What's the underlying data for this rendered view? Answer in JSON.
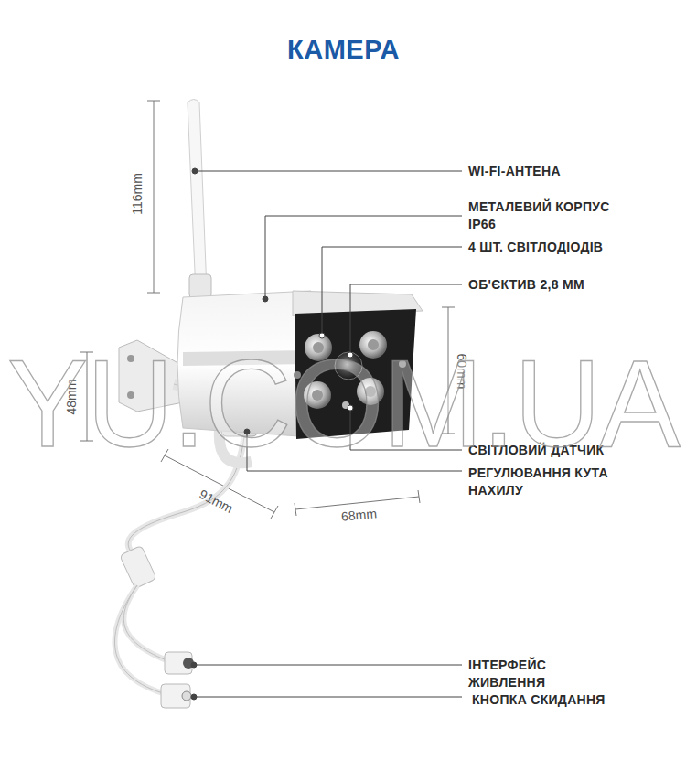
{
  "diagram": {
    "title": "КАМЕРА",
    "labels": [
      "WI-FI-АНТЕНА",
      "МЕТАЛЕВИЙ КОРПУС IP66",
      "4 ШТ. СВІТЛОДІОДІВ",
      "ОБ'ЄКТИВ 2,8 ММ",
      "СВІТЛОВИЙ ДАТЧИК",
      "РЕГУЛЮВАННЯ КУТА НАХИЛУ",
      "ІНТЕРФЕЙС ЖИВЛЕННЯ",
      "КНОПКА СКИДАННЯ",
      "116mm",
      "48mm",
      "60mm",
      "91mm",
      "68mm",
      "YU.COM.UA"
    ]
  }
}
